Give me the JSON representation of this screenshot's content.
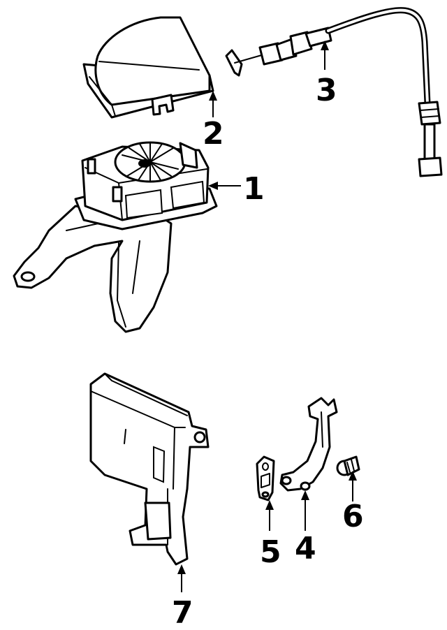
{
  "callouts": [
    {
      "id": "1",
      "label": "1"
    },
    {
      "id": "2",
      "label": "2"
    },
    {
      "id": "3",
      "label": "3"
    },
    {
      "id": "4",
      "label": "4"
    },
    {
      "id": "5",
      "label": "5"
    },
    {
      "id": "6",
      "label": "6"
    },
    {
      "id": "7",
      "label": "7"
    }
  ],
  "colors": {
    "ink": "#000000",
    "paper": "#ffffff"
  }
}
